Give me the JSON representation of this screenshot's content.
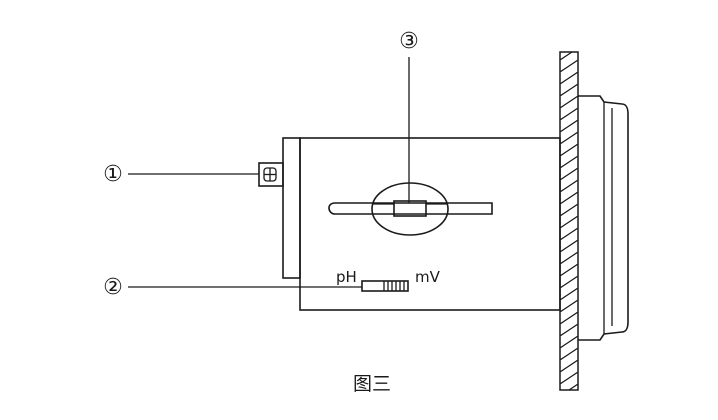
{
  "callouts": {
    "c1": "①",
    "c2": "②",
    "c3": "③"
  },
  "switch": {
    "left_label": "pH",
    "right_label": "mV"
  },
  "caption": "图三",
  "colors": {
    "ink": "#1a1a1a",
    "background": "#ffffff"
  }
}
